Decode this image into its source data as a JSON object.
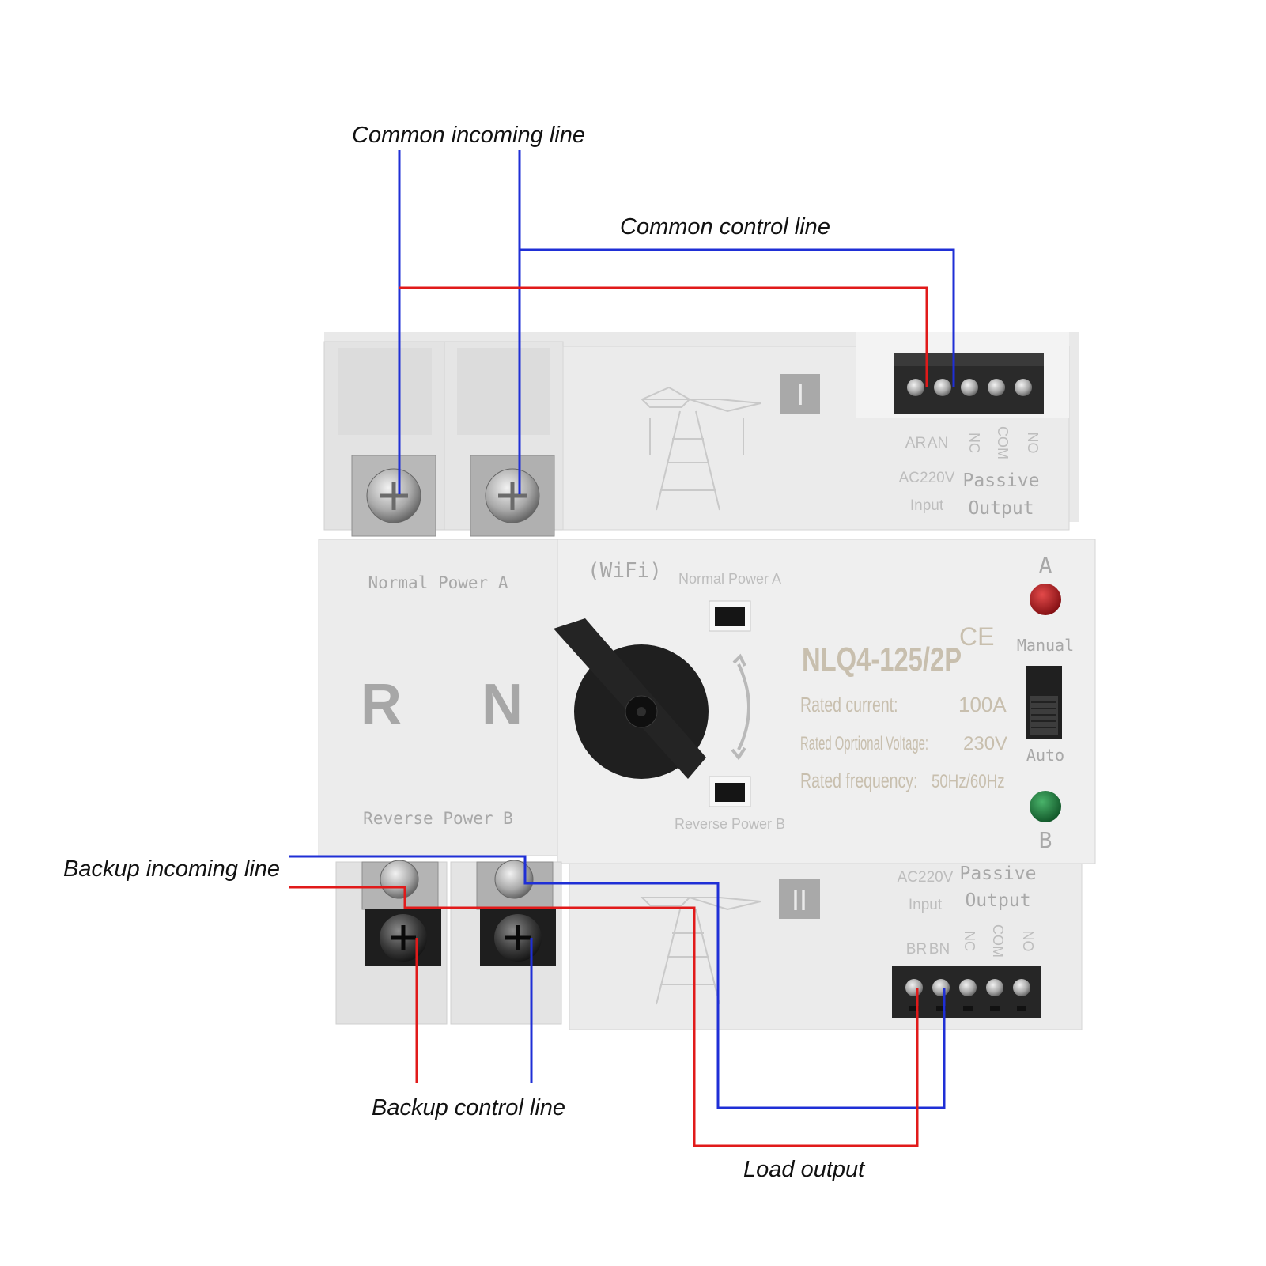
{
  "callouts": {
    "common_incoming": "Common incoming line",
    "common_control": "Common control line",
    "backup_incoming": "Backup incoming line",
    "backup_control": "Backup control line",
    "load_output": "Load output"
  },
  "device": {
    "model": "NLQ4-125/2P",
    "rated_current_label": "Rated current:",
    "rated_current_value": "100A",
    "rated_voltage_label": "Rated Oprtional Voltage:",
    "rated_voltage_value": "230V",
    "rated_freq_label": "Rated frequency:",
    "rated_freq_value": "50Hz/60Hz",
    "wifi": "(WiFi)",
    "ce": "CE",
    "pole_r": "R",
    "pole_n": "N",
    "normal_power_a": "Normal Power A",
    "reverse_power_b": "Reverse Power B",
    "indicator_a": "A",
    "indicator_b": "B",
    "manual": "Manual",
    "auto": "Auto",
    "section_1": "I",
    "section_2": "II"
  },
  "terminal_top": {
    "pin_ar": "AR",
    "pin_an": "AN",
    "pin_nc": "NC",
    "pin_com": "COM",
    "pin_no": "NO",
    "input_volt": "AC220V",
    "input": "Input",
    "passive": "Passive",
    "output": "Output"
  },
  "terminal_bottom": {
    "pin_br": "BR",
    "pin_bn": "BN",
    "pin_nc": "NC",
    "pin_com": "COM",
    "pin_no": "NO",
    "input_volt": "AC220V",
    "input": "Input",
    "passive": "Passive",
    "output": "Output"
  },
  "colors": {
    "wire_blue": "#1f2fd6",
    "wire_red": "#e11a1a",
    "led_red": "#a4161a",
    "led_green": "#1c7a3a"
  }
}
